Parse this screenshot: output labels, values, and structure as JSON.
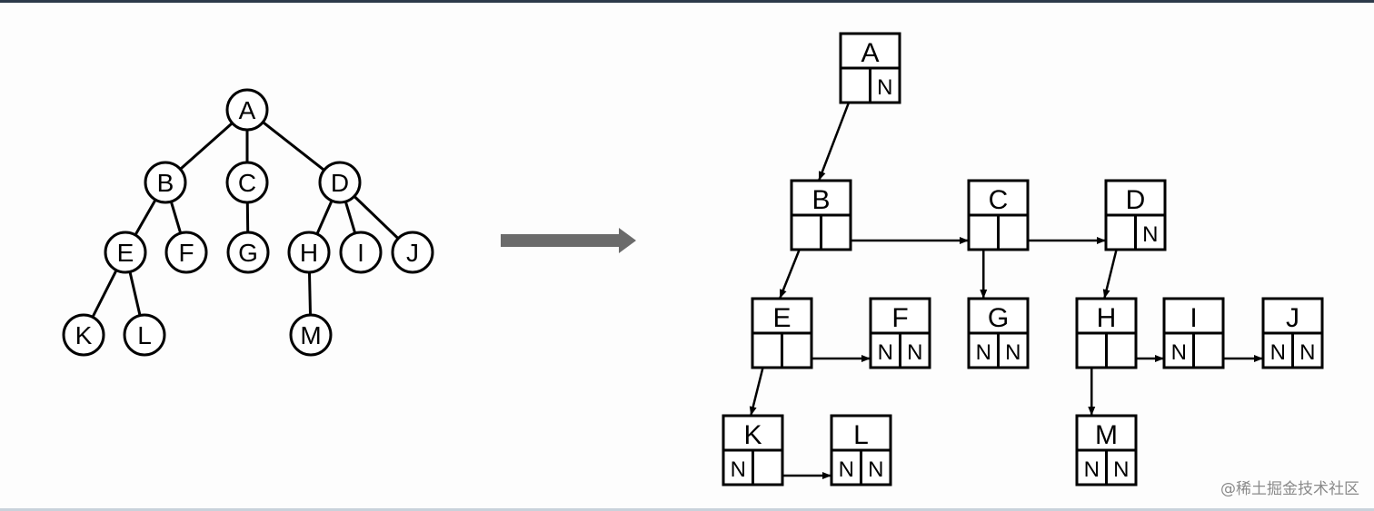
{
  "colors": {
    "stroke": "#000000",
    "arrow": "#6b6b6b",
    "background": "#fdfdfd"
  },
  "null_marker": "N",
  "tree": {
    "nodes": [
      {
        "id": "A",
        "label": "A"
      },
      {
        "id": "B",
        "label": "B"
      },
      {
        "id": "C",
        "label": "C"
      },
      {
        "id": "D",
        "label": "D"
      },
      {
        "id": "E",
        "label": "E"
      },
      {
        "id": "F",
        "label": "F"
      },
      {
        "id": "G",
        "label": "G"
      },
      {
        "id": "H",
        "label": "H"
      },
      {
        "id": "I",
        "label": "I"
      },
      {
        "id": "J",
        "label": "J"
      },
      {
        "id": "K",
        "label": "K"
      },
      {
        "id": "L",
        "label": "L"
      },
      {
        "id": "M",
        "label": "M"
      }
    ],
    "edges": [
      [
        "A",
        "B"
      ],
      [
        "A",
        "C"
      ],
      [
        "A",
        "D"
      ],
      [
        "B",
        "E"
      ],
      [
        "B",
        "F"
      ],
      [
        "C",
        "G"
      ],
      [
        "D",
        "H"
      ],
      [
        "D",
        "I"
      ],
      [
        "D",
        "J"
      ],
      [
        "E",
        "K"
      ],
      [
        "E",
        "L"
      ],
      [
        "H",
        "M"
      ]
    ]
  },
  "binary_tree": {
    "nodes": [
      {
        "id": "A",
        "label": "A",
        "first_child": null,
        "next_sibling": "N"
      },
      {
        "id": "B",
        "label": "B",
        "first_child": "E",
        "next_sibling": "C"
      },
      {
        "id": "C",
        "label": "C",
        "first_child": "G",
        "next_sibling": "D"
      },
      {
        "id": "D",
        "label": "D",
        "first_child": "H",
        "next_sibling": "N"
      },
      {
        "id": "E",
        "label": "E",
        "first_child": "K",
        "next_sibling": "F"
      },
      {
        "id": "F",
        "label": "F",
        "first_child": "N",
        "next_sibling": "N"
      },
      {
        "id": "G",
        "label": "G",
        "first_child": "N",
        "next_sibling": "N"
      },
      {
        "id": "H",
        "label": "H",
        "first_child": "M",
        "next_sibling": "I"
      },
      {
        "id": "I",
        "label": "I",
        "first_child": "N",
        "next_sibling": "J"
      },
      {
        "id": "J",
        "label": "J",
        "first_child": "N",
        "next_sibling": "N"
      },
      {
        "id": "K",
        "label": "K",
        "first_child": "N",
        "next_sibling": "L"
      },
      {
        "id": "L",
        "label": "L",
        "first_child": "N",
        "next_sibling": "N"
      },
      {
        "id": "M",
        "label": "M",
        "first_child": "N",
        "next_sibling": "N"
      }
    ],
    "links": [
      {
        "from": "A",
        "to": "B",
        "kind": "child"
      },
      {
        "from": "B",
        "to": "E",
        "kind": "child"
      },
      {
        "from": "B",
        "to": "C",
        "kind": "sibling"
      },
      {
        "from": "C",
        "to": "G",
        "kind": "child"
      },
      {
        "from": "C",
        "to": "D",
        "kind": "sibling"
      },
      {
        "from": "D",
        "to": "H",
        "kind": "child"
      },
      {
        "from": "E",
        "to": "K",
        "kind": "child"
      },
      {
        "from": "E",
        "to": "F",
        "kind": "sibling"
      },
      {
        "from": "H",
        "to": "M",
        "kind": "child"
      },
      {
        "from": "H",
        "to": "I",
        "kind": "sibling"
      },
      {
        "from": "I",
        "to": "J",
        "kind": "sibling"
      },
      {
        "from": "K",
        "to": "L",
        "kind": "sibling"
      }
    ]
  },
  "watermark": "@稀土掘金技术社区"
}
